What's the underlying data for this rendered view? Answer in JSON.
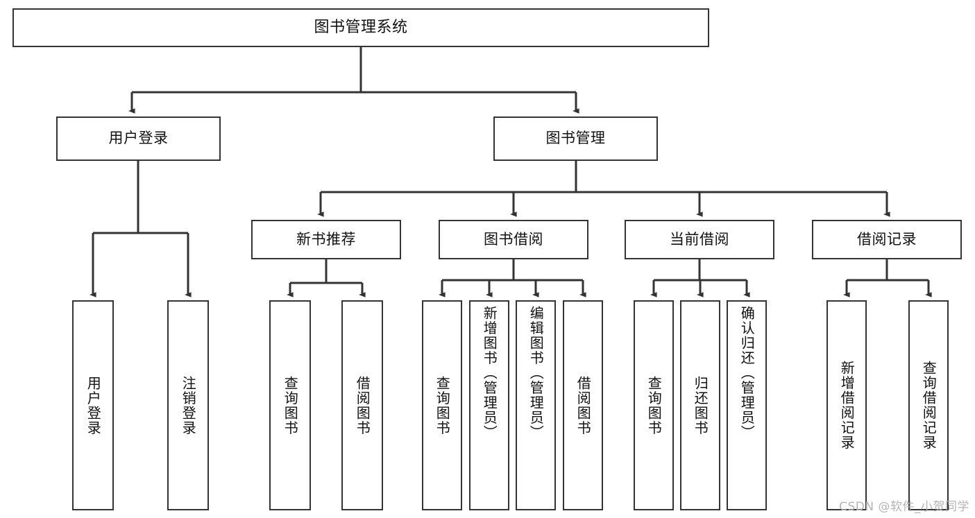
{
  "diagram": {
    "title": "图书管理系统",
    "watermark": "CSDN @软件_小贺同学",
    "line_color": "#333333",
    "box_border_color": "#333333",
    "box_fill_color": "#ffffff",
    "text_color": "#111111",
    "watermark_color": "#b4b4b4",
    "root": {
      "label": "图书管理系统"
    },
    "level2": [
      {
        "label": "用户登录"
      },
      {
        "label": "图书管理"
      }
    ],
    "level3": [
      {
        "label": "新书推荐"
      },
      {
        "label": "图书借阅"
      },
      {
        "label": "当前借阅"
      },
      {
        "label": "借阅记录"
      }
    ],
    "leaves": {
      "user_login": [
        {
          "label": "用户登录"
        },
        {
          "label": "注销登录"
        }
      ],
      "new_book": [
        {
          "label": "查询图书"
        },
        {
          "label": "借阅图书"
        }
      ],
      "book_borrow": [
        {
          "label": "查询图书"
        },
        {
          "label": "新增图书（管理员）"
        },
        {
          "label": "编辑图书（管理员）"
        },
        {
          "label": "借阅图书"
        }
      ],
      "current_borrow": [
        {
          "label": "查询图书"
        },
        {
          "label": "归还图书"
        },
        {
          "label": "确认归还（管理员）"
        }
      ],
      "borrow_record": [
        {
          "label": "新增借阅记录"
        },
        {
          "label": "查询借阅记录"
        }
      ]
    }
  }
}
